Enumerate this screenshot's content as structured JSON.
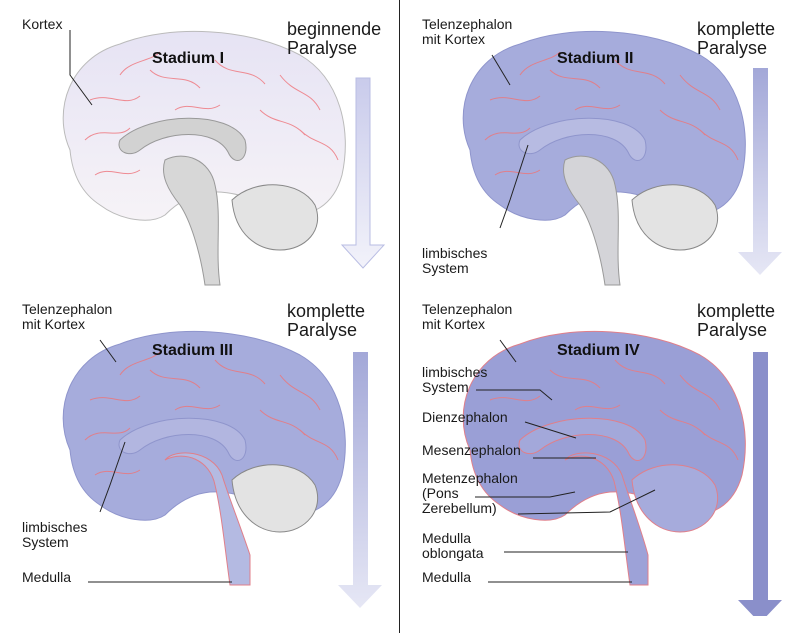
{
  "colors": {
    "brain_light": "#ece9f6",
    "brain_blue": "#a6acdc",
    "brain_blue_deep": "#9a9fd6",
    "vessel_red": "#e8808a",
    "inner_gray": "#cfcfcf",
    "arrow_light": "#d9dbf0",
    "arrow_dark": "#8a8fca"
  },
  "panels": [
    {
      "stage_title": "Stadium I",
      "status": "beginnende\nParalyse",
      "labels": {
        "cortex": "Kortex"
      }
    },
    {
      "stage_title": "Stadium II",
      "status": "komplette\nParalyse",
      "labels": {
        "telencephalon": "Telenzephalon\nmit Kortex",
        "limbic": "limbisches\nSystem"
      }
    },
    {
      "stage_title": "Stadium III",
      "status": "komplette\nParalyse",
      "labels": {
        "telencephalon": "Telenzephalon\nmit Kortex",
        "limbic": "limbisches\nSystem",
        "medulla": "Medulla"
      }
    },
    {
      "stage_title": "Stadium IV",
      "status": "komplette\nParalyse",
      "labels": {
        "telencephalon": "Telenzephalon\nmit Kortex",
        "limbic": "limbisches\nSystem",
        "diencephalon": "Dienzephalon",
        "mesencephalon": "Mesenzephalon",
        "metencephalon": "Metenzephalon\n(Pons\nZerebellum)",
        "medulla_oblongata": "Medulla\noblongata",
        "medulla": "Medulla"
      }
    }
  ]
}
